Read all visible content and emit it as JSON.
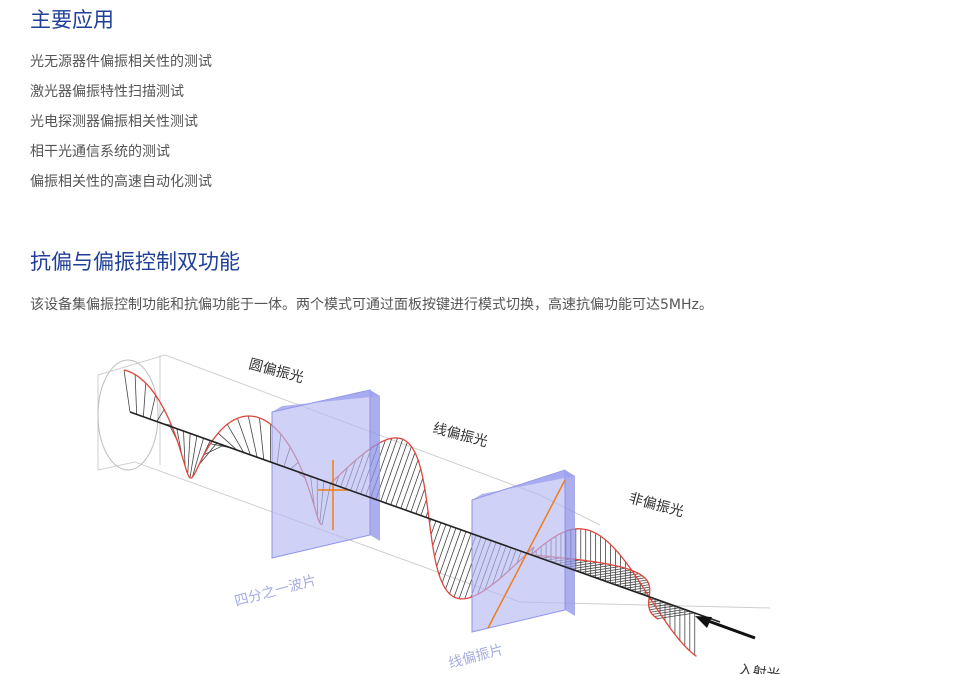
{
  "sections": [
    {
      "title": "主要应用",
      "items": [
        "光无源器件偏振相关性的测试",
        "激光器偏振特性扫描测试",
        "光电探测器偏振相关性测试",
        "相干光通信系统的测试",
        "偏振相关性的高速自动化测试"
      ]
    },
    {
      "title": "抗偏与偏振控制双功能",
      "description": "该设备集偏振控制功能和抗偏功能于一体。两个模式可通过面板按键进行模式切换，高速抗偏功能可达5MHz。"
    }
  ],
  "diagram": {
    "labels": {
      "circular": "圆偏振光",
      "linear": "线偏振光",
      "unpolarized": "非偏振光",
      "quarter_wave": "四分之一波片",
      "polarizer": "线偏振片",
      "incident": "入射光"
    },
    "colors": {
      "title": "#1f3f9a",
      "body_text": "#555555",
      "wave_curve": "#e0463c",
      "plate_fill": "#b5b8f2",
      "plate_edge": "#8f93e6",
      "axis_line": "#f07d18"
    }
  }
}
